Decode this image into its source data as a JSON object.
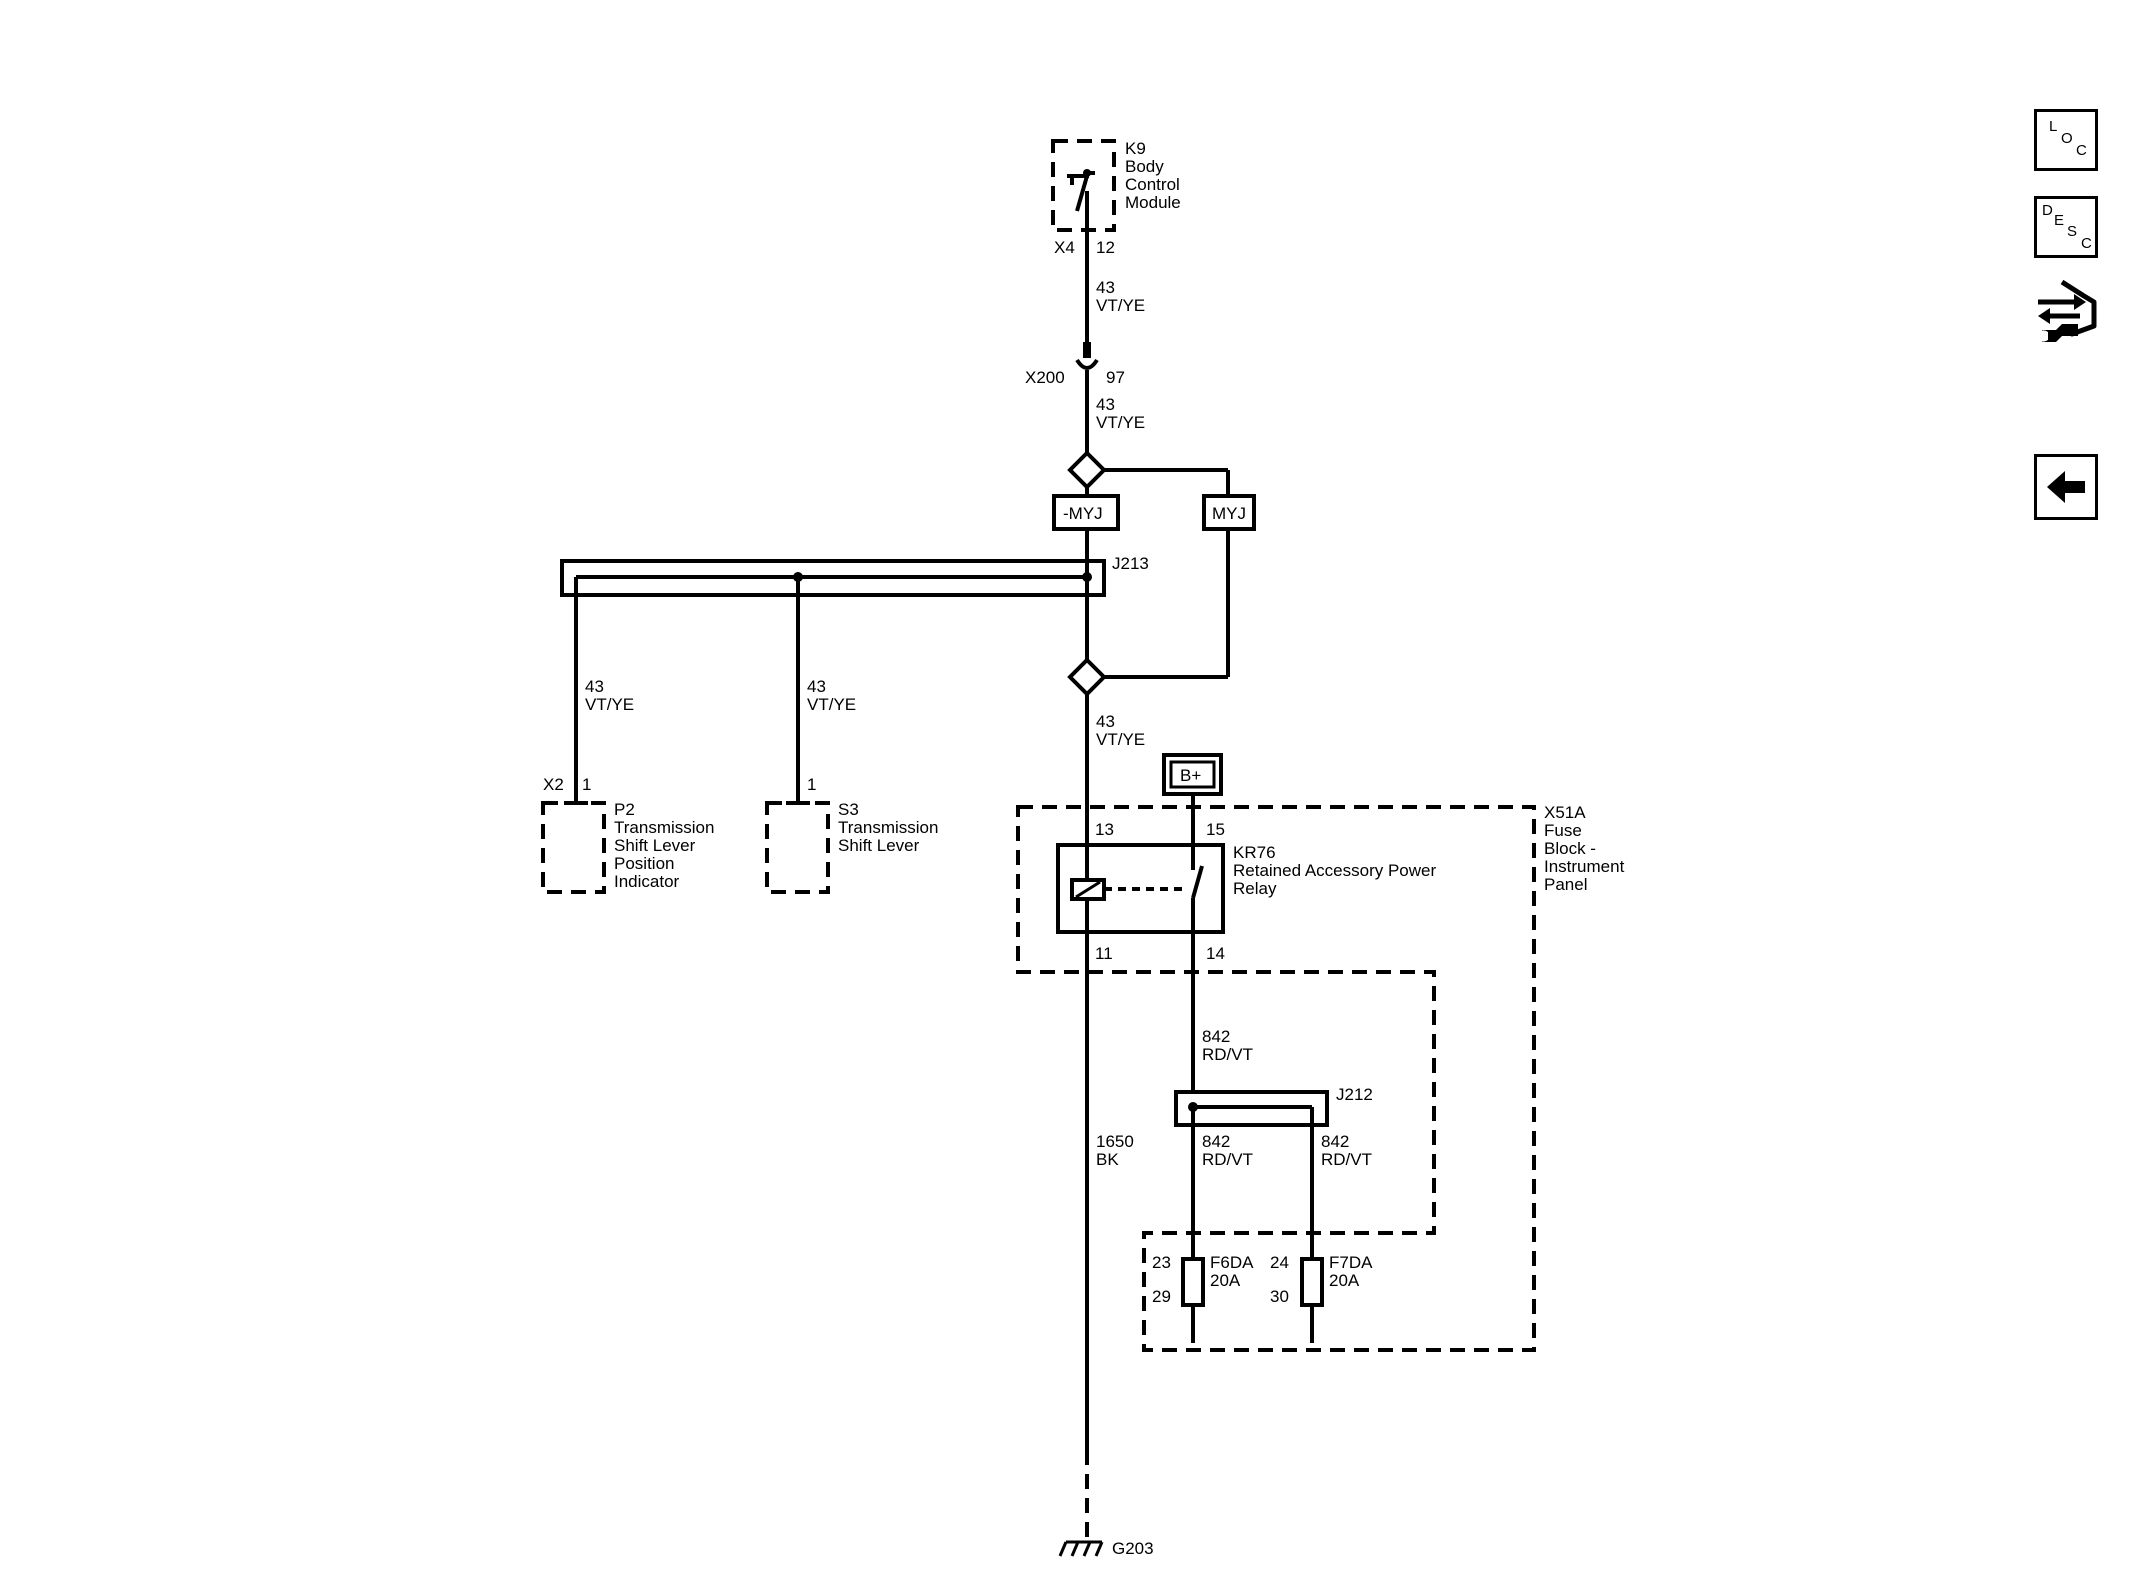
{
  "components": {
    "k9": {
      "ref": "K9",
      "name_lines": [
        "Body",
        "Control",
        "Module"
      ],
      "connector": "X4",
      "pin": "12"
    },
    "x200": {
      "ref": "X200",
      "pin": "97"
    },
    "splice_j213": {
      "ref": "J213"
    },
    "splice_j212": {
      "ref": "J212"
    },
    "option_minus": {
      "code": "-MYJ"
    },
    "option_plus": {
      "code": "MYJ"
    },
    "p2": {
      "ref": "P2",
      "name_lines": [
        "Transmission",
        "Shift Lever",
        "Position",
        "Indicator"
      ],
      "connector": "X2",
      "pin": "1"
    },
    "s3": {
      "ref": "S3",
      "name_lines": [
        "Transmission",
        "Shift Lever"
      ],
      "pin": "1"
    },
    "battery": {
      "label": "B+"
    },
    "fuse_block": {
      "ref": "X51A",
      "name_lines": [
        "Fuse",
        "Block -",
        "Instrument",
        "Panel"
      ]
    },
    "relay": {
      "ref": "KR76",
      "name_lines": [
        "Retained Accessory Power",
        "Relay"
      ],
      "pin_coil_top": "13",
      "pin_switch_top": "15",
      "pin_coil_bottom": "11",
      "pin_switch_bottom": "14"
    },
    "fuse_f6da": {
      "ref": "F6DA",
      "rating": "20A",
      "pin_in": "23",
      "pin_out": "29"
    },
    "fuse_f7da": {
      "ref": "F7DA",
      "rating": "20A",
      "pin_in": "24",
      "pin_out": "30"
    },
    "ground": {
      "ref": "G203"
    }
  },
  "wires": {
    "w_k9_x200": {
      "circuit": "43",
      "color": "VT/YE"
    },
    "w_x200_option": {
      "circuit": "43",
      "color": "VT/YE"
    },
    "w_p2": {
      "circuit": "43",
      "color": "VT/YE"
    },
    "w_s3": {
      "circuit": "43",
      "color": "VT/YE"
    },
    "w_relay_feed": {
      "circuit": "43",
      "color": "VT/YE"
    },
    "w_relay_out": {
      "circuit": "842",
      "color": "RD/VT"
    },
    "w_f6da": {
      "circuit": "842",
      "color": "RD/VT"
    },
    "w_f7da": {
      "circuit": "842",
      "color": "RD/VT"
    },
    "w_ground": {
      "circuit": "1650",
      "color": "BK"
    }
  },
  "toolbar": {
    "loc": {
      "chars": [
        "L",
        "O",
        "C"
      ],
      "icon": "location-icon"
    },
    "desc": {
      "chars": [
        "D",
        "E",
        "S",
        "C"
      ],
      "icon": "description-icon"
    },
    "connector_view": {
      "icon": "connector-wrench-icon"
    },
    "back": {
      "icon": "back-arrow-icon"
    }
  }
}
